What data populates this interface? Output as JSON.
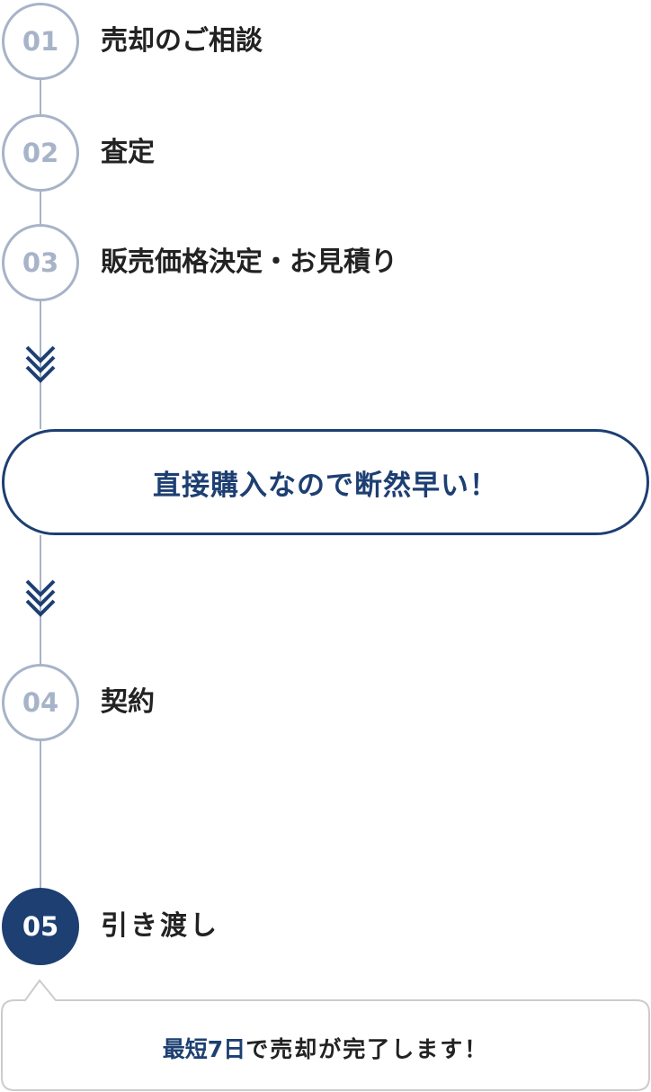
{
  "steps": [
    {
      "num": "01",
      "label": "売却のご相談"
    },
    {
      "num": "02",
      "label": "査定"
    },
    {
      "num": "03",
      "label": "販売価格決定・お見積り"
    },
    {
      "num": "04",
      "label": "契約"
    },
    {
      "num": "05",
      "label": "引き渡し"
    }
  ],
  "highlight": "直接購入なので断然早い！",
  "callout": {
    "accent": "最短7日",
    "rest": "で売却が完了します！"
  },
  "colors": {
    "accent": "#1d3f72",
    "inactive": "#a7b3c8",
    "text": "#222222"
  },
  "icons": [
    "double-chevron-down-icon",
    "double-chevron-down-icon"
  ]
}
